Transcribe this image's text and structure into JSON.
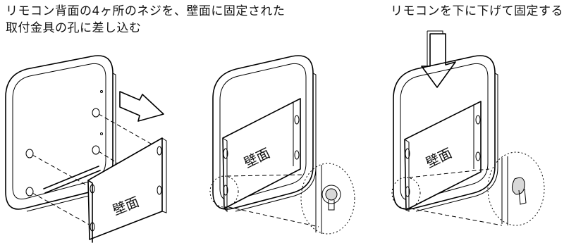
{
  "captions": {
    "step1_line1": "リモコン背面の4ヶ所のネジを、壁面に固定された",
    "step1_line2": "取付金具の孔に差し込む",
    "step2": "リモコンを下に下げて固定する"
  },
  "labels": {
    "wall": "壁面"
  }
}
